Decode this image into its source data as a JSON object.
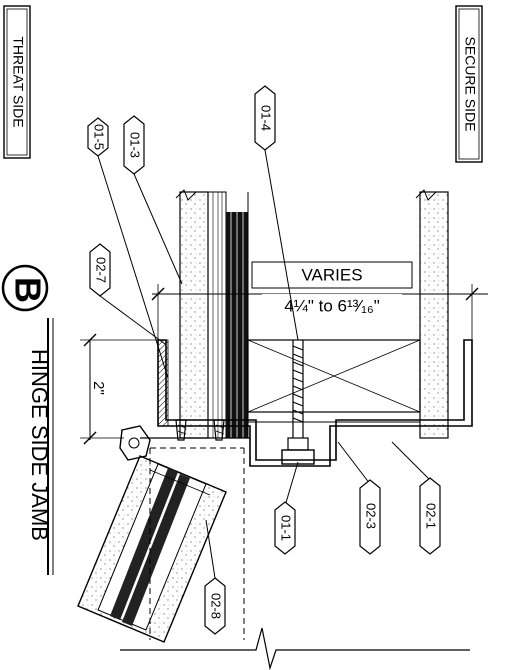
{
  "side_labels": {
    "threat": "THREAT SIDE",
    "secure": "SECURE SIDE"
  },
  "title": {
    "letter": "B",
    "text": "HINGE SIDE JAMB"
  },
  "dimensions": {
    "varies_label": "VARIES",
    "range_label": "4¼\" to 6¹³⁄₁₆\"",
    "width_label": "2\""
  },
  "callouts": [
    "01-5",
    "01-3",
    "01-4",
    "02-7",
    "01-1",
    "02-3",
    "02-1",
    "02-8"
  ]
}
